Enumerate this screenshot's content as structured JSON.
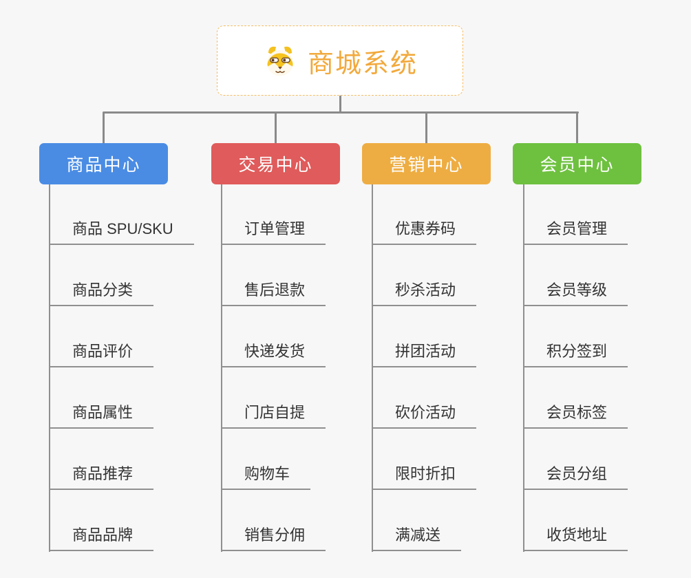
{
  "canvas": {
    "background": "#f7f7f7",
    "connector_color": "#8a8a8a"
  },
  "root": {
    "title": "商城系统",
    "icon": "shiba-dog-icon",
    "title_color": "#f2a93c",
    "border_color": "#f3bc63"
  },
  "branches": [
    {
      "label": "商品中心",
      "color": "#4a8ce4",
      "items": [
        "商品 SPU/SKU",
        "商品分类",
        "商品评价",
        "商品属性",
        "商品推荐",
        "商品品牌"
      ]
    },
    {
      "label": "交易中心",
      "color": "#e05b5b",
      "items": [
        "订单管理",
        "售后退款",
        "快递发货",
        "门店自提",
        "购物车",
        "销售分佣"
      ]
    },
    {
      "label": "营销中心",
      "color": "#eead42",
      "items": [
        "优惠券码",
        "秒杀活动",
        "拼团活动",
        "砍价活动",
        "限时折扣",
        "满减送"
      ]
    },
    {
      "label": "会员中心",
      "color": "#6ec13f",
      "items": [
        "会员管理",
        "会员等级",
        "积分签到",
        "会员标签",
        "会员分组",
        "收货地址"
      ]
    }
  ]
}
